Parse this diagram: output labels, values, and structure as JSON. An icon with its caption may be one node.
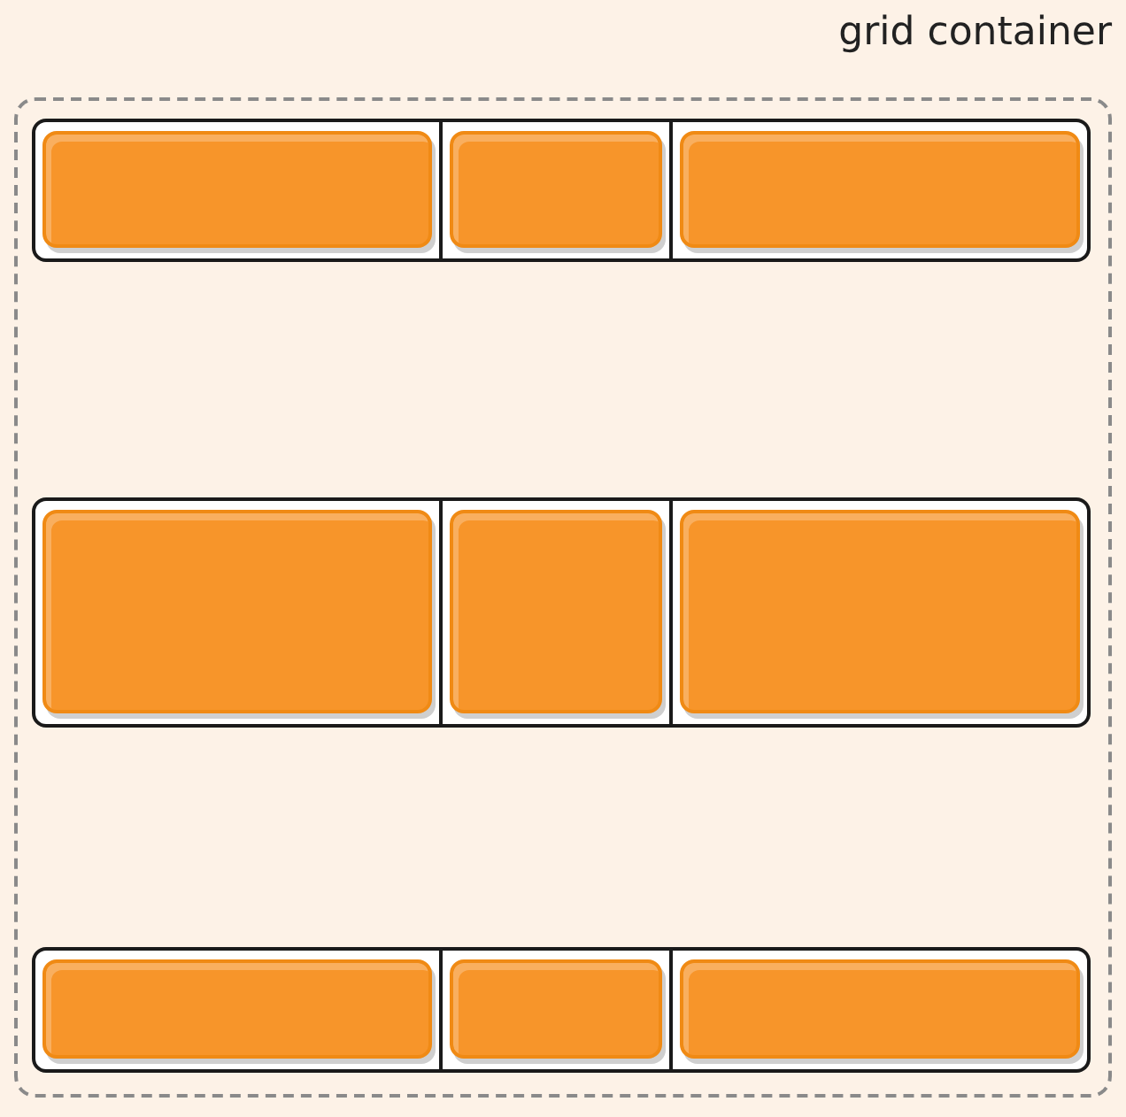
{
  "diagram": {
    "nodes": [
      {
        "text": [
          "grid container"
        ]
      },
      {
        "text": [],
        "shape": "box",
        "in": 0
      },
      {
        "text": [],
        "shape": "box",
        "in": 0
      },
      {
        "text": [],
        "shape": "box",
        "in": 0
      },
      {
        "text": [],
        "shape": "box",
        "in": 0
      },
      {
        "text": [],
        "shape": "box",
        "in": 0
      },
      {
        "text": [],
        "shape": "box",
        "in": 0
      },
      {
        "text": [],
        "shape": "box",
        "in": 0
      },
      {
        "text": [],
        "shape": "box",
        "in": 0
      },
      {
        "text": [],
        "shape": "box",
        "in": 0
      }
    ]
  }
}
